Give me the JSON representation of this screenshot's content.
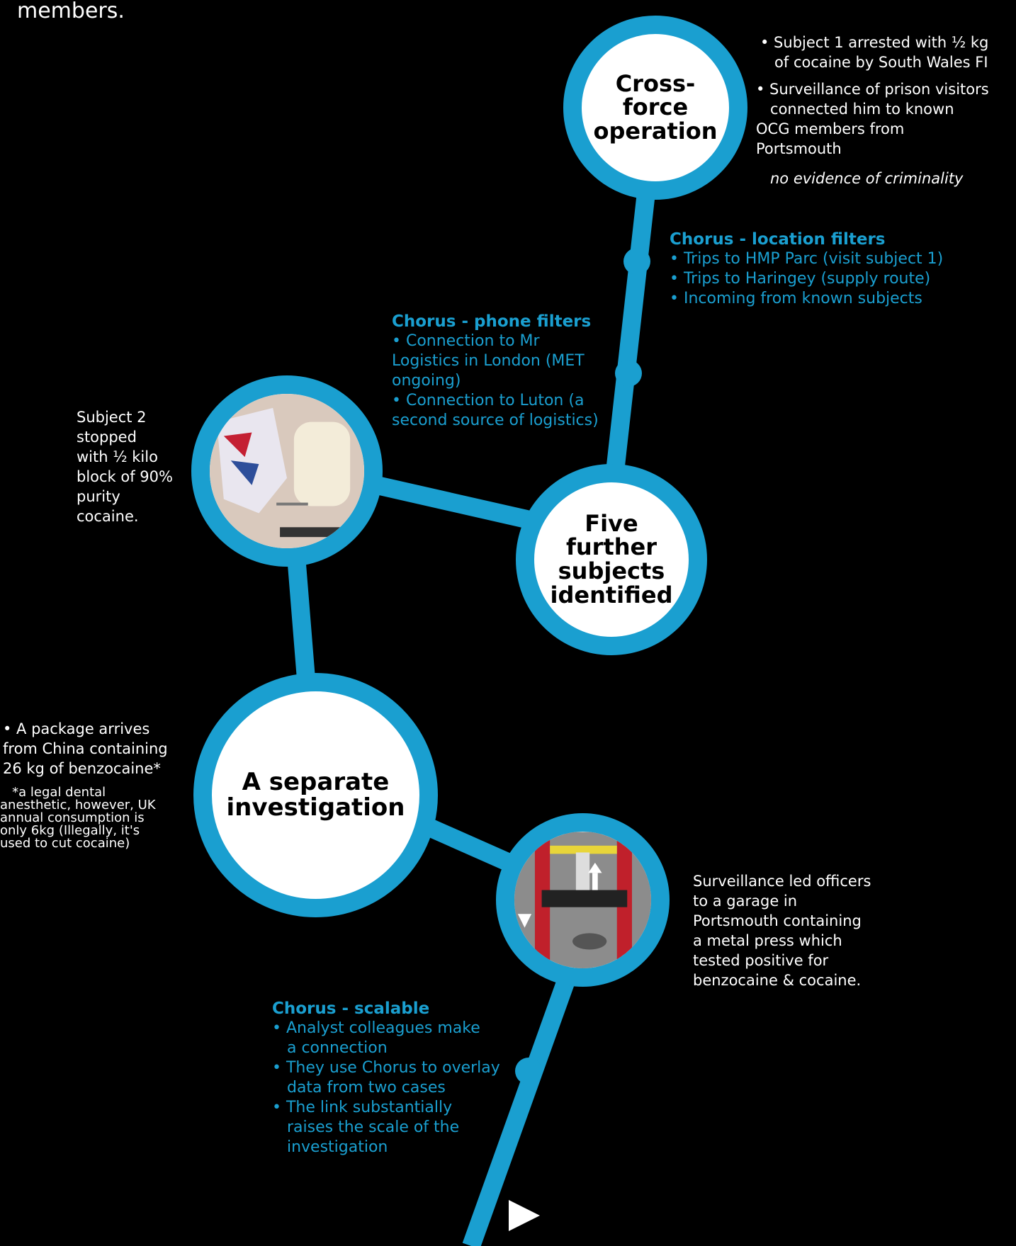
{
  "top_text": "members.",
  "nodes": {
    "cross_force": "Cross-\nforce\noperation",
    "five_subjects": "Five\nfurther\nsubjects\nidentified",
    "separate": "A separate\ninvestigation"
  },
  "cross_force_notes": {
    "b1": "• Subject 1 arrested with ½ kg\n   of cocaine by South Wales FI",
    "b2": "• Surveillance of prison visitors\n   connected him to known\nOCG members from\nPortsmouth",
    "italic": "no evidence of criminality"
  },
  "location_filters": {
    "heading": "Chorus - location filters",
    "items": [
      "• Trips to HMP Parc (visit subject 1)",
      "• Trips to Haringey (supply route)",
      "• Incoming from known subjects"
    ]
  },
  "phone_filters": {
    "heading": "Chorus - phone filters",
    "body": "• Connection to Mr\nLogistics in London (MET\nongoing)\n• Connection to Luton (a\nsecond source of logistics)"
  },
  "subject2_text": "Subject 2\nstopped\nwith ½ kilo\nblock of 90%\npurity\ncocaine.",
  "benzocaine": {
    "main": "• A package arrives\nfrom China containing\n26 kg of benzocaine*",
    "note": "   *a legal dental\nanesthetic, however, UK\nannual consumption is\nonly 6kg (Illegally, it's\nused to cut cocaine)"
  },
  "garage_text": "Surveillance led officers\nto a garage in\nPortsmouth containing\na metal press which\ntested positive for\nbenzocaine & cocaine.",
  "scalable": {
    "heading": "Chorus - scalable",
    "body": "• Analyst colleagues make\n   a connection\n• They use Chorus to overlay\n   data from two cases\n• The link substantially\n   raises the scale of the\n   investigation"
  },
  "colors": {
    "accent": "#1a9fd0",
    "background": "#000000",
    "node_fill": "#ffffff"
  },
  "icons": [
    "play-arrow-icon"
  ]
}
